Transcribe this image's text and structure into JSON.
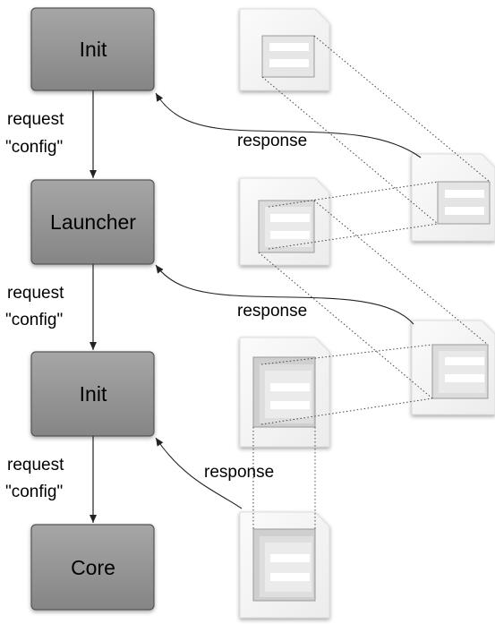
{
  "stages": [
    {
      "label": "Init"
    },
    {
      "label": "Launcher"
    },
    {
      "label": "Init"
    },
    {
      "label": "Core"
    }
  ],
  "request_edges": [
    {
      "line1": "request",
      "line2": "\"config\""
    },
    {
      "line1": "request",
      "line2": "\"config\""
    },
    {
      "line1": "request",
      "line2": "\"config\""
    }
  ],
  "response_edges": [
    {
      "label": "response"
    },
    {
      "label": "response"
    },
    {
      "label": "response"
    }
  ],
  "icons": {
    "document": "document-icon",
    "config_panel": "config-panel-icon"
  },
  "colors": {
    "box_fill": "#8f8f8f",
    "box_border": "#555555",
    "arrow": "#222222",
    "doc_fill": "#f4f4f4",
    "connector": "#444444"
  }
}
